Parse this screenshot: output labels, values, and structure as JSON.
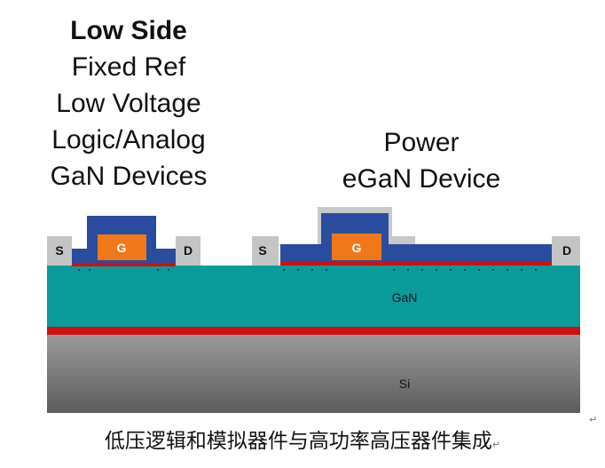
{
  "left_title": {
    "lines": [
      "Low Side",
      "Fixed Ref",
      "Low Voltage",
      "Logic/Analog",
      "GaN Devices"
    ]
  },
  "right_title": {
    "lines": [
      "Power",
      "eGaN Device"
    ]
  },
  "low_side_device": {
    "source_label": "S",
    "gate_label": "G",
    "drain_label": "D"
  },
  "power_device": {
    "source_label": "S",
    "gate_label": "G",
    "drain_label": "D"
  },
  "layers": {
    "gan_label": "GaN",
    "si_label": "Si"
  },
  "caption": "低压逻辑和模拟器件与高功率高压器件集成",
  "paragraph_mark": "↵",
  "colors": {
    "gan": "#0a9b9b",
    "si_top": "#9a9a9a",
    "si_bottom": "#5c5c5c",
    "red_layer": "#d01010",
    "blue_metal": "#2a4c9e",
    "gate": "#f07818",
    "contact": "#c4c4c4",
    "passivation": "#c8c8c8"
  }
}
